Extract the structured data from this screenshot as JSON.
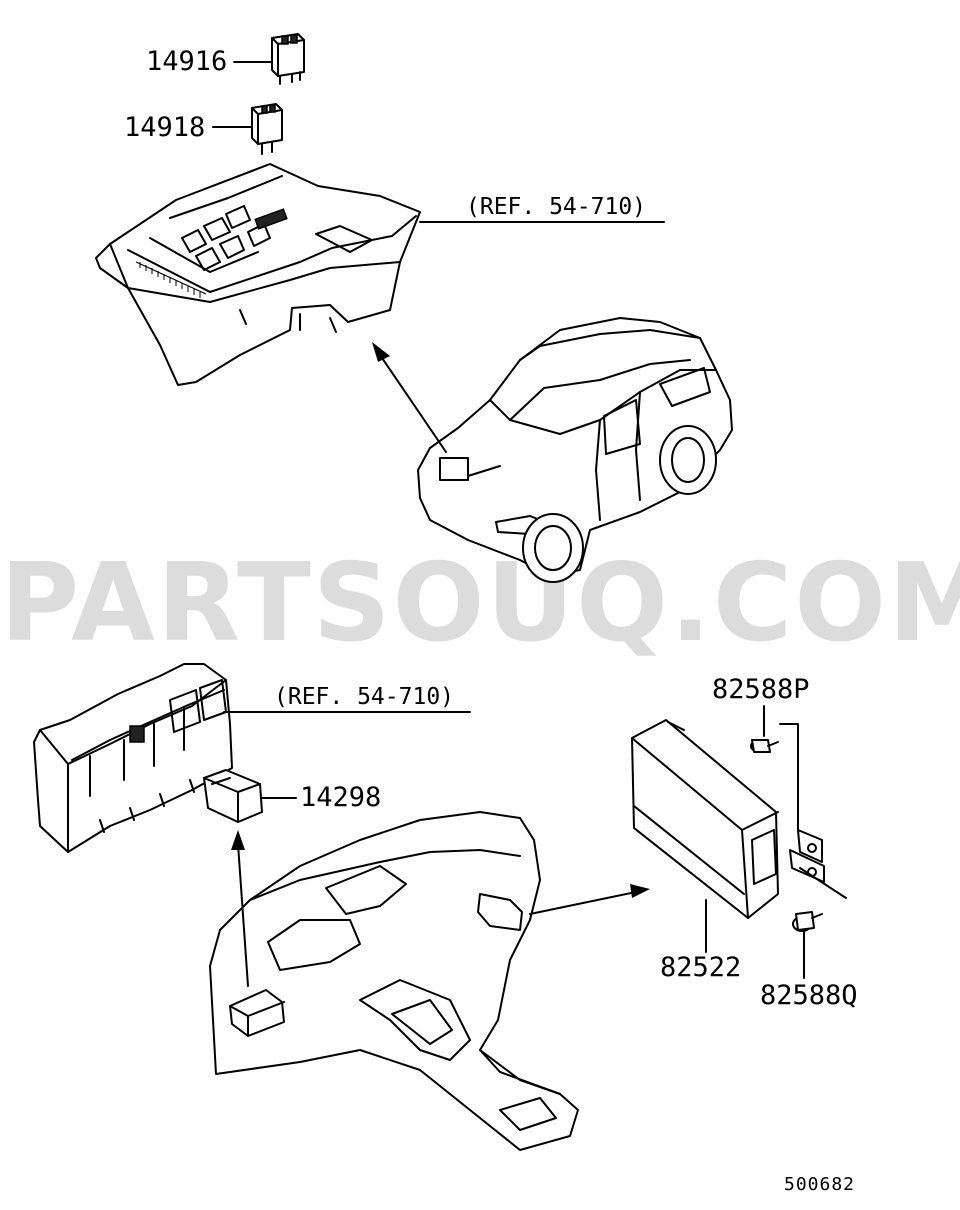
{
  "watermark": "PARTSOUQ.COM",
  "diagram_id": "500682",
  "callouts": {
    "relay_top_1": "14916",
    "relay_top_2": "14918",
    "ref_engine_fusebox": "(REF. 54-710)",
    "ref_dash_fusebox": "(REF. 54-710)",
    "relay_dash": "14298",
    "module": "82522",
    "bolt_upper": "82588P",
    "bolt_lower": "82588Q"
  }
}
